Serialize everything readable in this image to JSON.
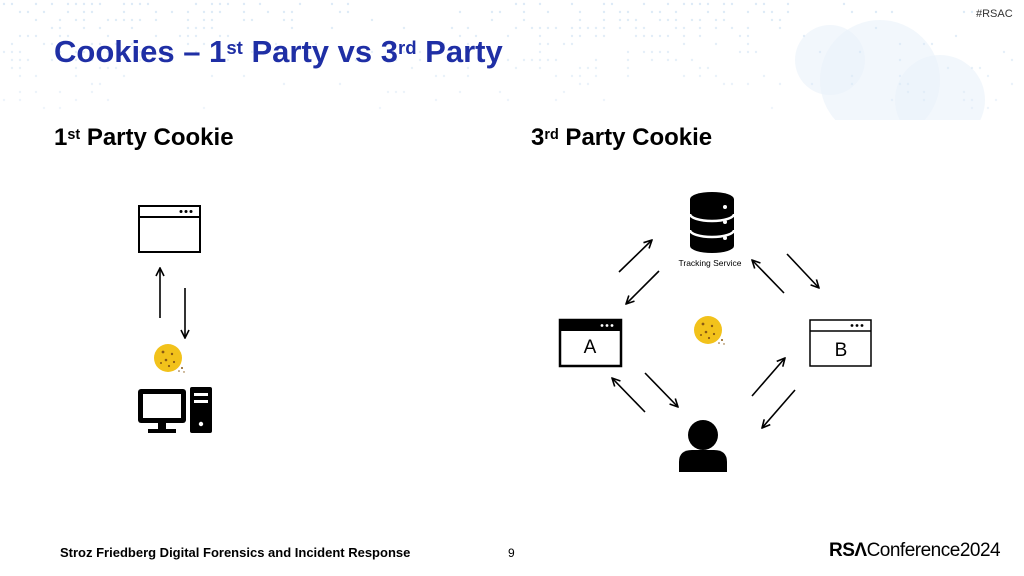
{
  "header": {
    "hashtag": "#RSAC"
  },
  "slide": {
    "title": {
      "pre": "Cookies – 1",
      "sup1": "st",
      "mid": " Party vs 3",
      "sup2": "rd",
      "post": " Party"
    },
    "first_party": {
      "num": "1",
      "sup": "st",
      "label": " Party Cookie"
    },
    "third_party": {
      "num": "3",
      "sup": "rd",
      "label": " Party Cookie"
    },
    "tracking_service_label": "Tracking Service",
    "site_a_label": "A",
    "site_b_label": "B"
  },
  "footer": {
    "company": "Stroz Friedberg Digital Forensics and Incident Response",
    "page_number": "9",
    "brand_rsa": "RSΛ",
    "brand_conference": "Conference",
    "brand_year": "2024"
  },
  "icons": [
    "browser-window-icon",
    "cookie-icon",
    "desktop-computer-icon",
    "database-icon",
    "user-icon",
    "arrow-icon"
  ],
  "colors": {
    "title": "#1f2fa5",
    "cookie": "#f2c21b",
    "dots": "#d6e6f5"
  }
}
